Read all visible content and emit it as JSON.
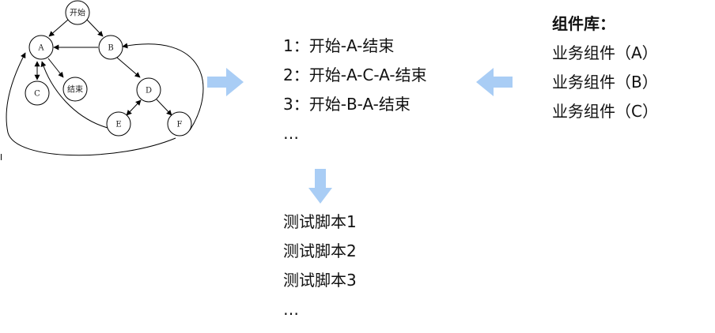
{
  "graph": {
    "nodes": [
      {
        "id": "start",
        "label": "开始"
      },
      {
        "id": "A",
        "label": "A"
      },
      {
        "id": "B",
        "label": "B"
      },
      {
        "id": "C",
        "label": "C"
      },
      {
        "id": "end",
        "label": "结束"
      },
      {
        "id": "D",
        "label": "D"
      },
      {
        "id": "E",
        "label": "E"
      },
      {
        "id": "F",
        "label": "F"
      }
    ]
  },
  "paths": [
    "1：开始-A-结束",
    "2：开始-A-C-A-结束",
    "3：开始-B-A-结束",
    "…"
  ],
  "library": {
    "title": "组件库：",
    "items": [
      "业务组件（A）",
      "业务组件（B）",
      "业务组件（C）"
    ]
  },
  "scripts": [
    "测试脚本1",
    "测试脚本2",
    "测试脚本3",
    "…"
  ],
  "colors": {
    "arrow": "#a9cdf5",
    "line": "#000000"
  }
}
